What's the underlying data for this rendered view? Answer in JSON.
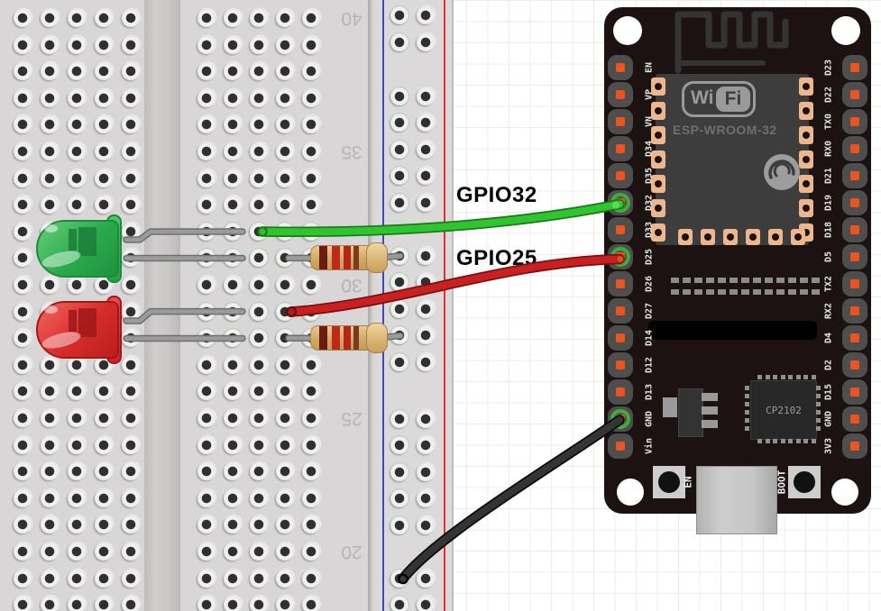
{
  "gpio_labels": {
    "top": "GPIO32",
    "bottom": "GPIO25"
  },
  "breadboard": {
    "row_numbers": [
      "40",
      "35",
      "30",
      "25",
      "20"
    ],
    "rail_colors": {
      "negative_line": "#3c47c6",
      "positive_line": "#e03030"
    },
    "highlight_color": "#9fdc9f"
  },
  "esp32": {
    "left_pins": [
      "EN",
      "VP",
      "VN",
      "D34",
      "D35",
      "D32",
      "D33",
      "D25",
      "D26",
      "D27",
      "D14",
      "D12",
      "D13",
      "GND",
      "Vin"
    ],
    "right_pins": [
      "D23",
      "D22",
      "TX0",
      "RX0",
      "D21",
      "D19",
      "D18",
      "D5",
      "TX2",
      "RX2",
      "D4",
      "D2",
      "D15",
      "GND",
      "3V3"
    ],
    "module": {
      "logo_left": "Wi",
      "logo_right": "Fi",
      "name": "ESP-WROOM-32"
    },
    "usb_chip_label": "CP2102",
    "en_button": "EN",
    "boot_button": "BOOT"
  },
  "components": {
    "leds": [
      {
        "color": "green",
        "signal": "GPIO32"
      },
      {
        "color": "red",
        "signal": "GPIO25"
      }
    ],
    "resistors": [
      {
        "bands": [
          "dark-red",
          "red",
          "red",
          "brown"
        ]
      },
      {
        "bands": [
          "dark-red",
          "red",
          "red",
          "brown"
        ]
      }
    ],
    "wires": [
      {
        "color": "#30c430",
        "from": "breadboard",
        "to": "D32"
      },
      {
        "color": "#c92121",
        "from": "breadboard",
        "to": "D25"
      },
      {
        "color": "#343434",
        "from": "GND",
        "to": "ground-rail"
      }
    ]
  },
  "colors": {
    "board": "#1c1212",
    "breadboard": "#d8d6d6",
    "socket_orange": "#ea5420",
    "pad_copper": "#edb78d",
    "led_green": "#2aa94c",
    "led_red": "#d62b2b"
  }
}
